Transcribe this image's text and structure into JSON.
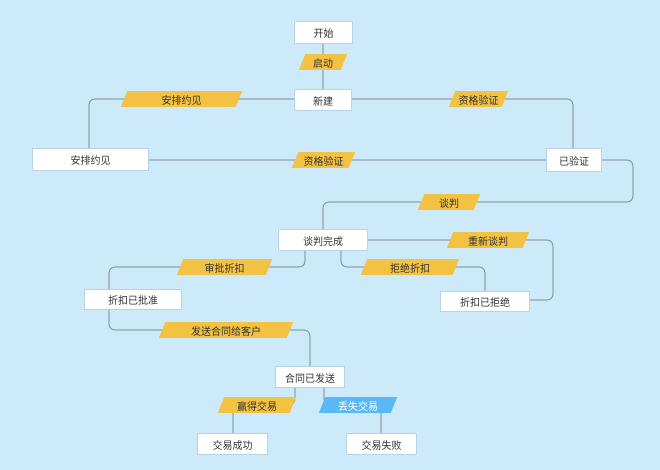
{
  "nodes": {
    "start": "开始",
    "new": "新建",
    "schedule": "安排约见",
    "verified": "已验证",
    "negotiated": "谈判完成",
    "approved": "折扣已批准",
    "rejected": "折扣已拒绝",
    "sent": "合同已发送",
    "won": "交易成功",
    "lost": "交易失败"
  },
  "labels": {
    "launch": "启动",
    "arrange": "安排约见",
    "qualify_right": "资格验证",
    "qualify_mid": "资格验证",
    "negotiate": "谈判",
    "renegotiate": "重新谈判",
    "approve_discount": "审批折扣",
    "reject_discount": "拒绝折扣",
    "send_contract": "发送合同给客户",
    "win": "赢得交易",
    "lose": "丢失交易"
  },
  "colors": {
    "background": "#cdeafa",
    "label_yellow": "#f4c242",
    "label_blue": "#59b8f5",
    "node_fill": "#ffffff",
    "connector": "#7f8f99"
  }
}
